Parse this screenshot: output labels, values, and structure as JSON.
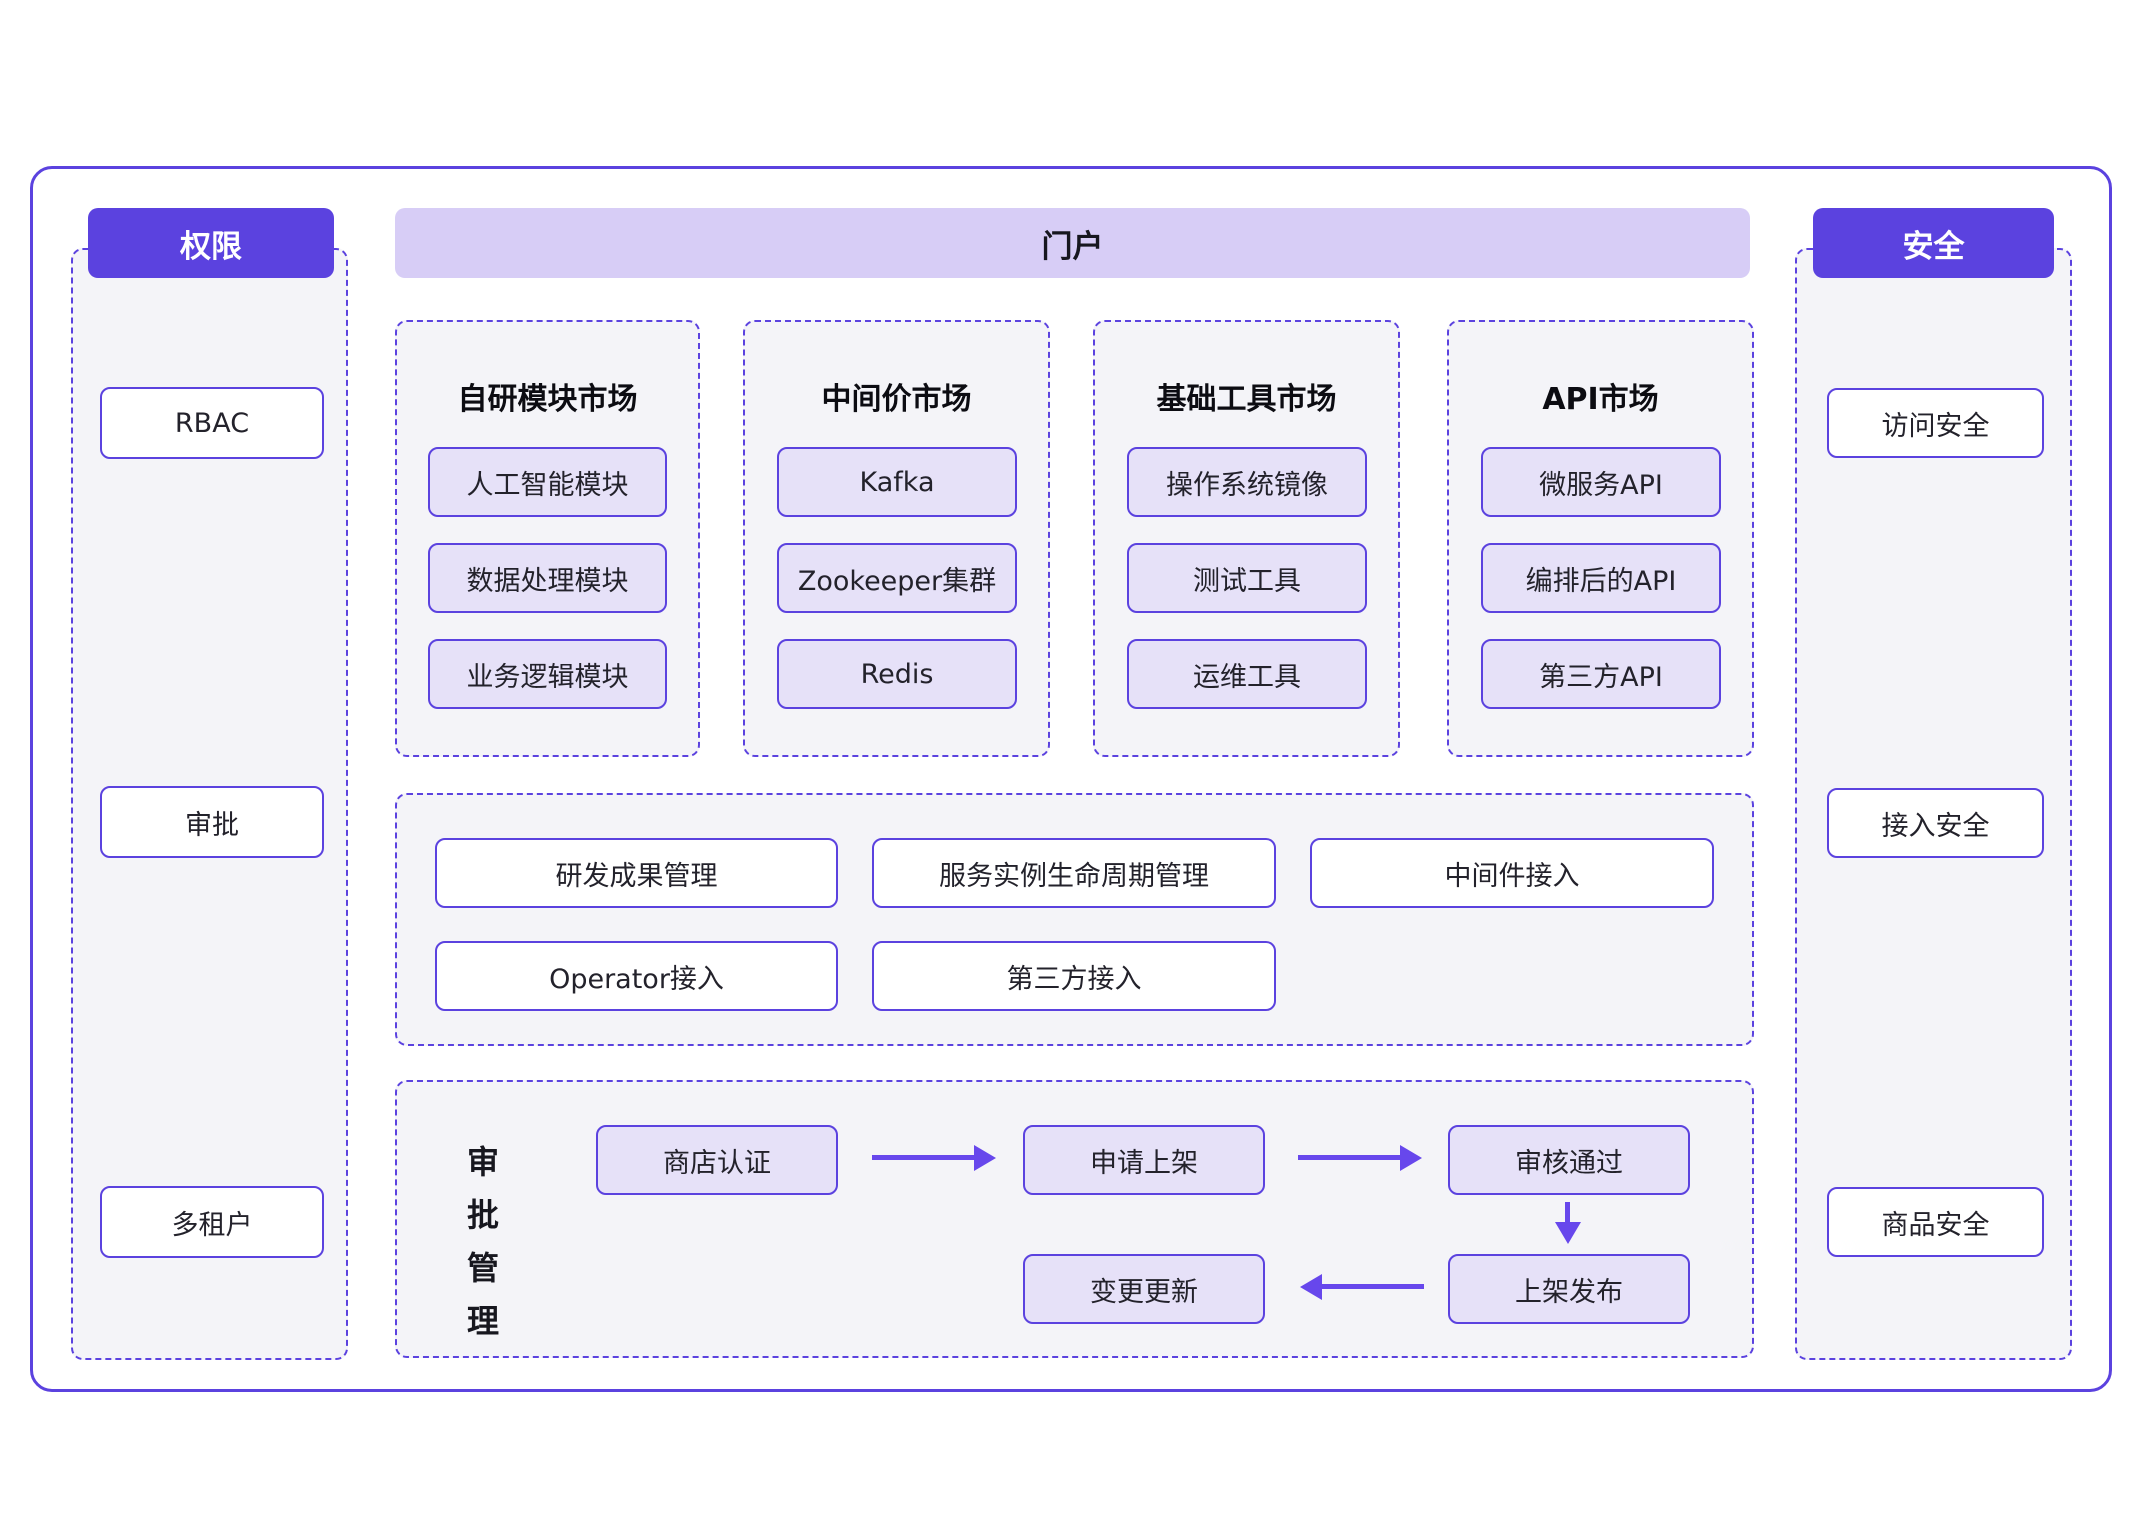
{
  "left_panel": {
    "header": "权限",
    "items": [
      "RBAC",
      "审批",
      "多租户"
    ]
  },
  "portal": {
    "header": "门户",
    "markets": [
      {
        "title": "自研模块市场",
        "items": [
          "人工智能模块",
          "数据处理模块",
          "业务逻辑模块"
        ]
      },
      {
        "title": "中间价市场",
        "items": [
          "Kafka",
          "Zookeeper集群",
          "Redis"
        ]
      },
      {
        "title": "基础工具市场",
        "items": [
          "操作系统镜像",
          "测试工具",
          "运维工具"
        ]
      },
      {
        "title": "API市场",
        "items": [
          "微服务API",
          "编排后的API",
          "第三方API"
        ]
      }
    ],
    "management": {
      "row1": [
        "研发成果管理",
        "服务实例生命周期管理",
        "中间件接入"
      ],
      "row2": [
        "Operator接入",
        "第三方接入"
      ]
    },
    "approval": {
      "label": "审批管理",
      "label_chars": [
        "审",
        "批",
        "管",
        "理"
      ],
      "steps": [
        "商店认证",
        "申请上架",
        "审核通过",
        "上架发布",
        "变更更新"
      ]
    }
  },
  "right_panel": {
    "header": "安全",
    "items": [
      "访问安全",
      "接入安全",
      "商品安全"
    ]
  },
  "colors": {
    "accent": "#5b42df",
    "portal_header_bg": "#d7cdf6",
    "item_bg": "#e6e1f8",
    "panel_bg": "#f4f4f8",
    "arrow": "#6747ec"
  }
}
